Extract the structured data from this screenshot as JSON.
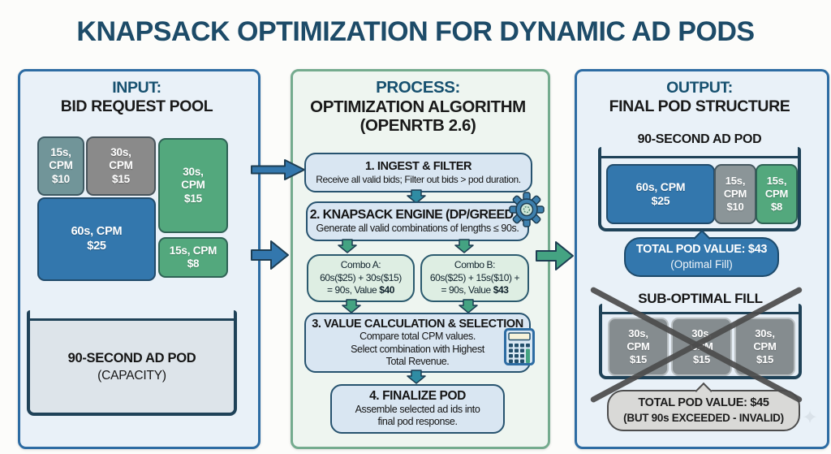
{
  "title": "KNAPSACK OPTIMIZATION FOR DYNAMIC AD PODS",
  "palette": {
    "title_color": "#1d4b68",
    "panel_blue_border": "#2d6ca3",
    "panel_blue_bg": "#e9f1f8",
    "panel_green_border": "#74ab8e",
    "panel_green_bg": "#eef5f0",
    "navy_outline": "#1f4258",
    "bid_teal": "#719599",
    "bid_gray": "#8a8a8a",
    "bid_green": "#53a87d",
    "bid_blue": "#3377ad",
    "arrow_blue": "#3377ad",
    "arrow_teal": "#2f8ca3",
    "arrow_green": "#44a382",
    "suboptimal_gray": "#858c8f"
  },
  "input_panel": {
    "heading_line1": "INPUT:",
    "heading_line2": "BID REQUEST POOL",
    "bids": [
      {
        "label": "15s,\nCPM\n$10",
        "color": "#719599"
      },
      {
        "label": "30s,\nCPM\n$15",
        "color": "#8a8a8a"
      },
      {
        "label": "30s,\nCPM\n$15",
        "color": "#53a87d"
      },
      {
        "label": "60s, CPM\n$25",
        "color": "#3377ad"
      },
      {
        "label": "15s, CPM\n$8",
        "color": "#53a87d"
      }
    ],
    "capacity_line1": "90-SECOND AD POD",
    "capacity_line2": "(CAPACITY)"
  },
  "process_panel": {
    "heading_line1": "PROCESS:",
    "heading_line2": "OPTIMIZATION ALGORITHM",
    "heading_line3": "(OPENRTB 2.6)",
    "step1_title": "1. INGEST & FILTER",
    "step1_desc": "Receive all valid bids; Filter out bids > pod duration.",
    "step2_title": "2. KNAPSACK ENGINE (DP/GREEDY)",
    "step2_desc": "Generate all valid combinations of lengths ≤ 90s.",
    "combo_a_title": "Combo A:",
    "combo_a_line": "60s($25) + 30s($15)",
    "combo_a_result": "= 90s, Value ",
    "combo_a_value": "$40",
    "combo_b_title": "Combo B:",
    "combo_b_line": "60s($25) + 15s($10) +",
    "combo_b_result": "= 90s, Value ",
    "combo_b_value": "$43",
    "step3_title": "3. VALUE CALCULATION & SELECTION",
    "step3_desc": "Compare total CPM values.\nSelect combination with Highest\nTotal Revenue.",
    "step4_title": "4. FINALIZE POD",
    "step4_desc": "Assemble selected ad ids into\nfinal pod response."
  },
  "output_panel": {
    "heading_line1": "OUTPUT:",
    "heading_line2": "FINAL POD STRUCTURE",
    "pod_title": "90-SECOND AD POD",
    "pod_ads": [
      {
        "label": "60s, CPM\n$25",
        "color": "#3377ad"
      },
      {
        "label": "15s,\nCPM\n$10",
        "color": "#8b9598"
      },
      {
        "label": "15s,\nCPM\n$8",
        "color": "#53a87d"
      }
    ],
    "optimal_line1": "TOTAL POD VALUE: $43",
    "optimal_line2": "(Optimal Fill)",
    "suboptimal_title": "SUB-OPTIMAL FILL",
    "suboptimal_ads": [
      {
        "label": "30s,\nCPM\n$15",
        "color": "#858c8f"
      },
      {
        "label": "30s,\nCPM\n$15",
        "color": "#858c8f"
      },
      {
        "label": "30s,\nCPM\n$15",
        "color": "#858c8f"
      }
    ],
    "invalid_line1": "TOTAL POD VALUE: $45",
    "invalid_line2": "(BUT 90s EXCEEDED - INVALID)"
  },
  "watermark": "✦"
}
